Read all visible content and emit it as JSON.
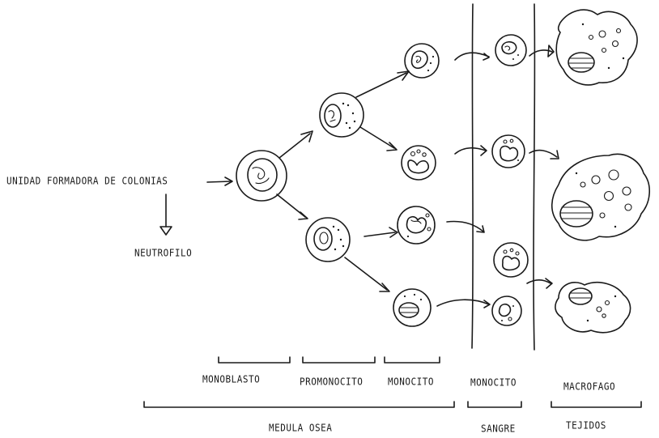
{
  "labels": {
    "ufc": "UNIDAD FORMADORA DE COLONIAS",
    "neutrofilo": "NEUTROFILO",
    "monoblasto": "MONOBLASTO",
    "promonocito": "PROMONOCITO",
    "monocito_medula": "MONOCITO",
    "monocito_sangre": "MONOCITO",
    "macrofago": "MACROFAGO",
    "medula_osea": "MEDULA OSEA",
    "sangre": "SANGRE",
    "tejidos": "TEJIDOS"
  },
  "colors": {
    "ink": "#1a1a1a",
    "background": "#ffffff"
  }
}
